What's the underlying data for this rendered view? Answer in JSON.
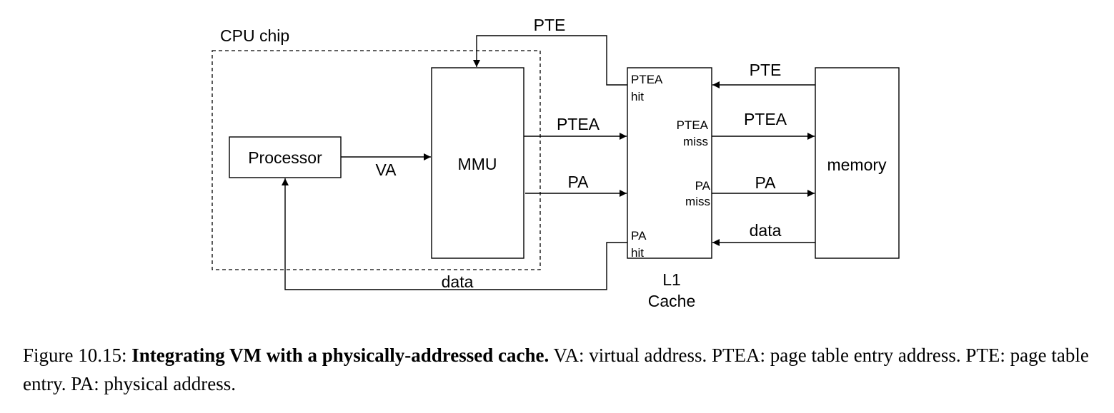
{
  "diagram": {
    "cpu_chip": "CPU chip",
    "processor": "Processor",
    "mmu": "MMU",
    "memory": "memory",
    "l1_line1": "L1",
    "l1_line2": "Cache",
    "edges": {
      "va": "VA",
      "ptea": "PTEA",
      "pa": "PA",
      "pte_top": "PTE",
      "pte_mem": "PTE",
      "ptea_mem": "PTEA",
      "pa_mem": "PA",
      "data_mem": "data",
      "data_bottom": "data"
    },
    "cache_ports": {
      "ptea_hit_1": "PTEA",
      "ptea_hit_2": "hit",
      "ptea_miss_1": "PTEA",
      "ptea_miss_2": "miss",
      "pa_miss_1": "PA",
      "pa_miss_2": "miss",
      "pa_hit_1": "PA",
      "pa_hit_2": "hit"
    }
  },
  "caption": {
    "number": "Figure 10.15: ",
    "title": "Integrating VM with a physically-addressed cache.",
    "text": " VA: virtual address. PTEA: page table entry address. PTE: page table entry. PA: physical address."
  }
}
